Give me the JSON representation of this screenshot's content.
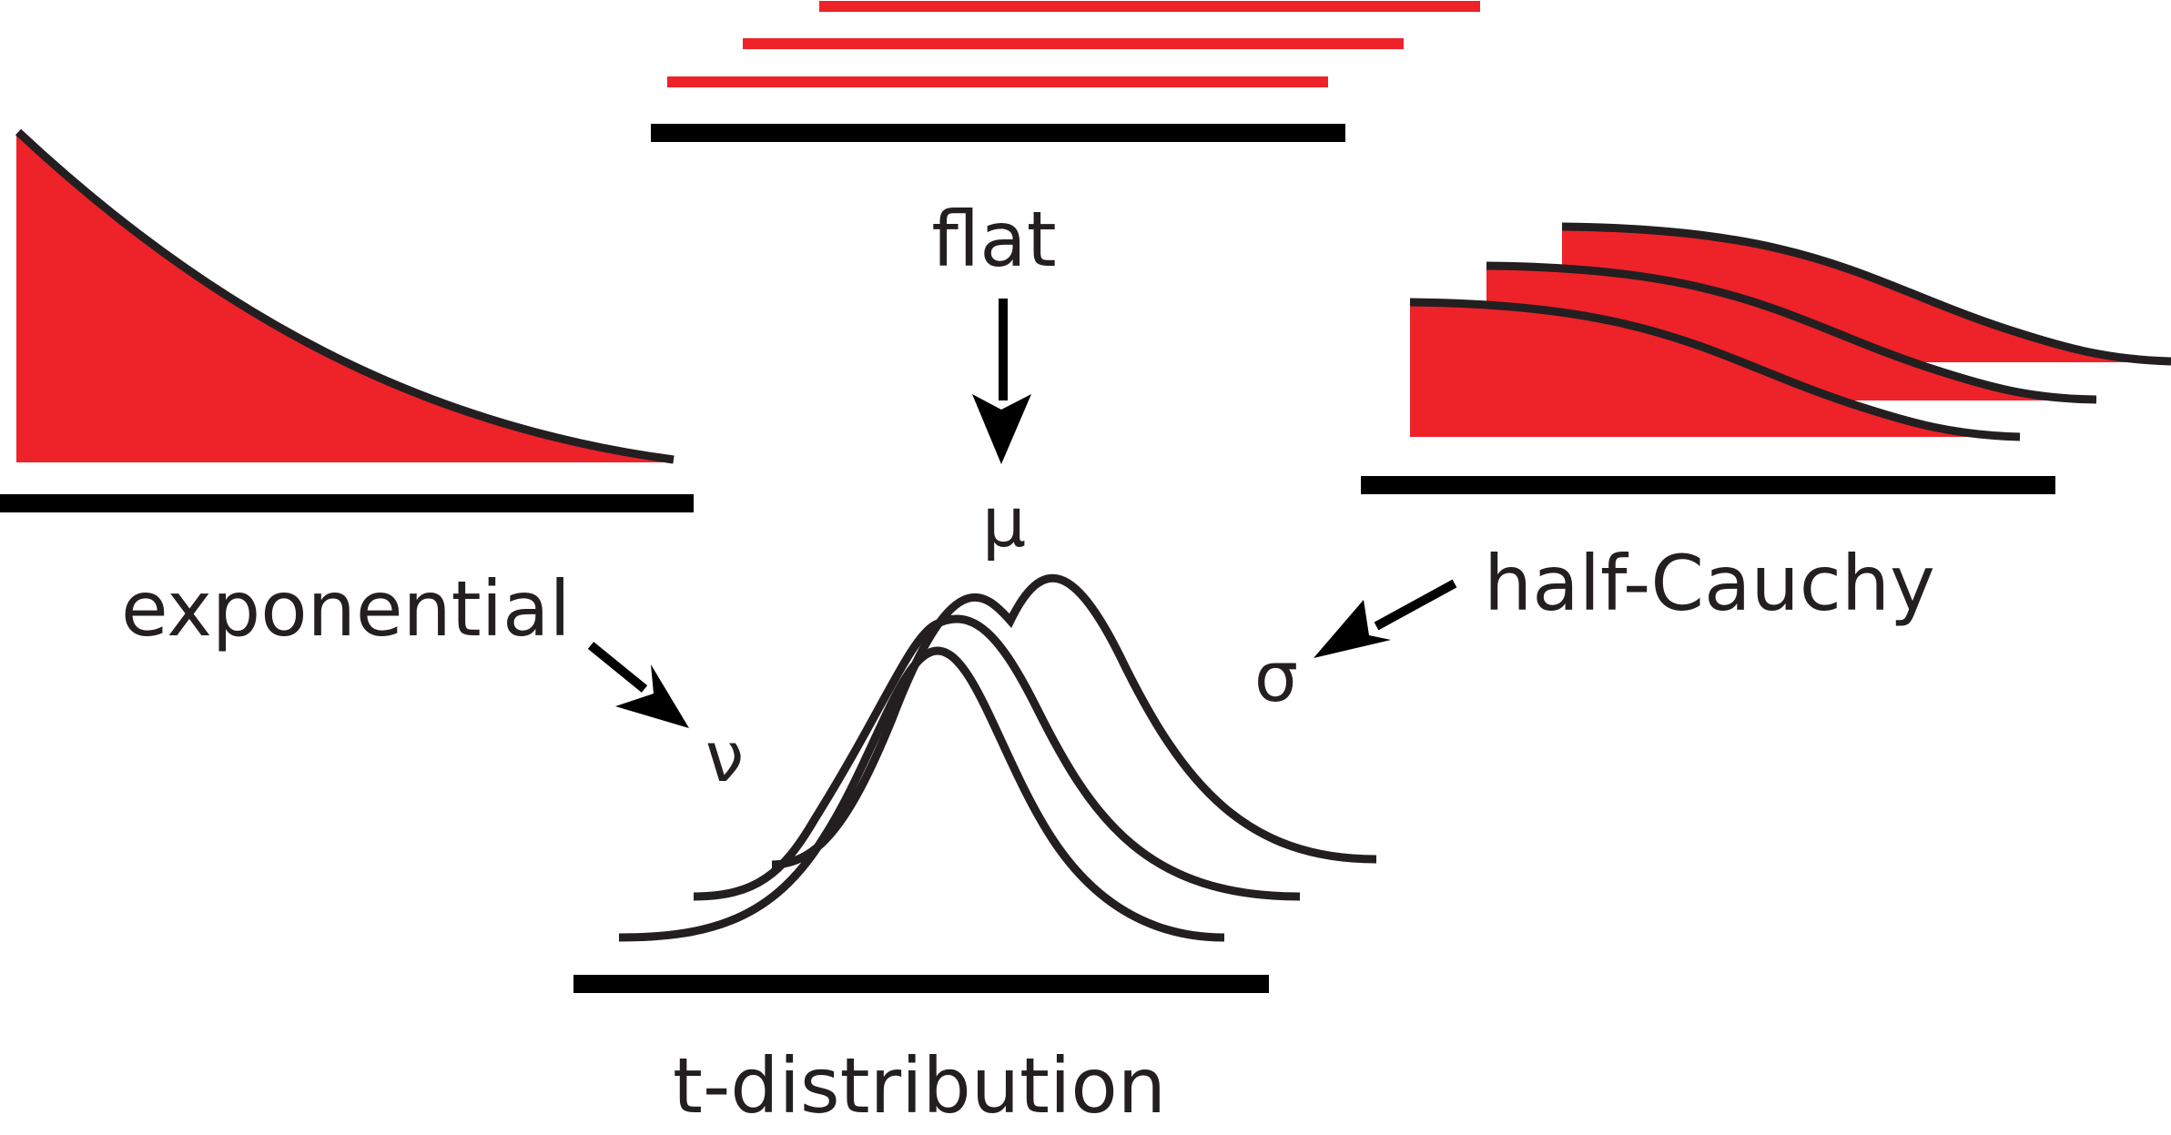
{
  "labels": {
    "flat": "flat",
    "exponential": "exponential",
    "half_cauchy": "half-Cauchy",
    "t_distribution": "t-distribution"
  },
  "parameters": {
    "mu": "μ",
    "nu": "ν",
    "sigma": "σ"
  },
  "colors": {
    "prior_fill": "#ee2229",
    "curve": "#231f20",
    "baseline": "#000000",
    "background": "#ffffff"
  }
}
